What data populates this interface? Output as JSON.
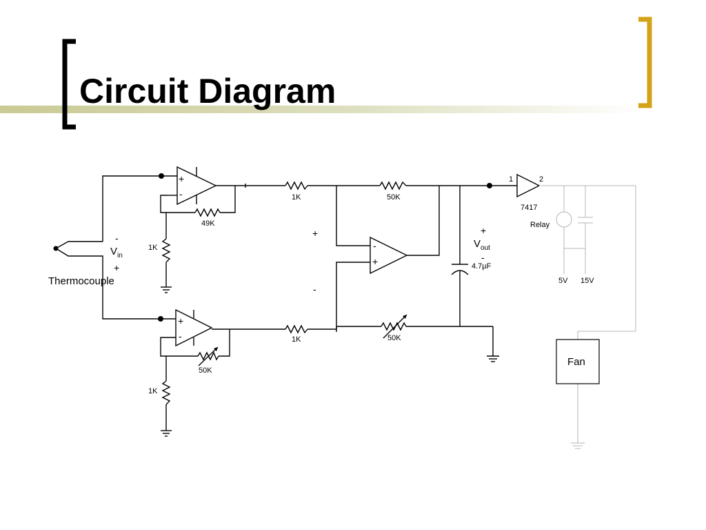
{
  "slide": {
    "title": "Circuit Diagram",
    "accent_color": "#d4a216",
    "stripe_color": "#c9ca94"
  },
  "diagram": {
    "resistors": {
      "in_top": "1K",
      "feedback_top": "49K",
      "diff_top": "50K",
      "ground_top": "1K",
      "in_bottom": "1K",
      "feedback_bottom_var": "50K",
      "diff_bottom_var": "50K",
      "ground_bottom": "1K"
    },
    "opamp_pins": {
      "plus": "+",
      "minus": "-"
    },
    "input": {
      "minus": "-",
      "v_label": "V",
      "v_sub": "in",
      "plus": "+",
      "sensor": "Thermocouple"
    },
    "mid_polarity": {
      "plus": "+",
      "minus": "-"
    },
    "output": {
      "plus": "+",
      "v_label": "V",
      "v_sub": "out",
      "minus": "-",
      "capacitor": "4.7µF"
    },
    "buffer": {
      "chip": "7417",
      "pin1": "1",
      "pin2": "2"
    },
    "relay": {
      "label": "Relay",
      "supply_a": "5V",
      "supply_b": "15V"
    },
    "load": {
      "label": "Fan"
    }
  }
}
